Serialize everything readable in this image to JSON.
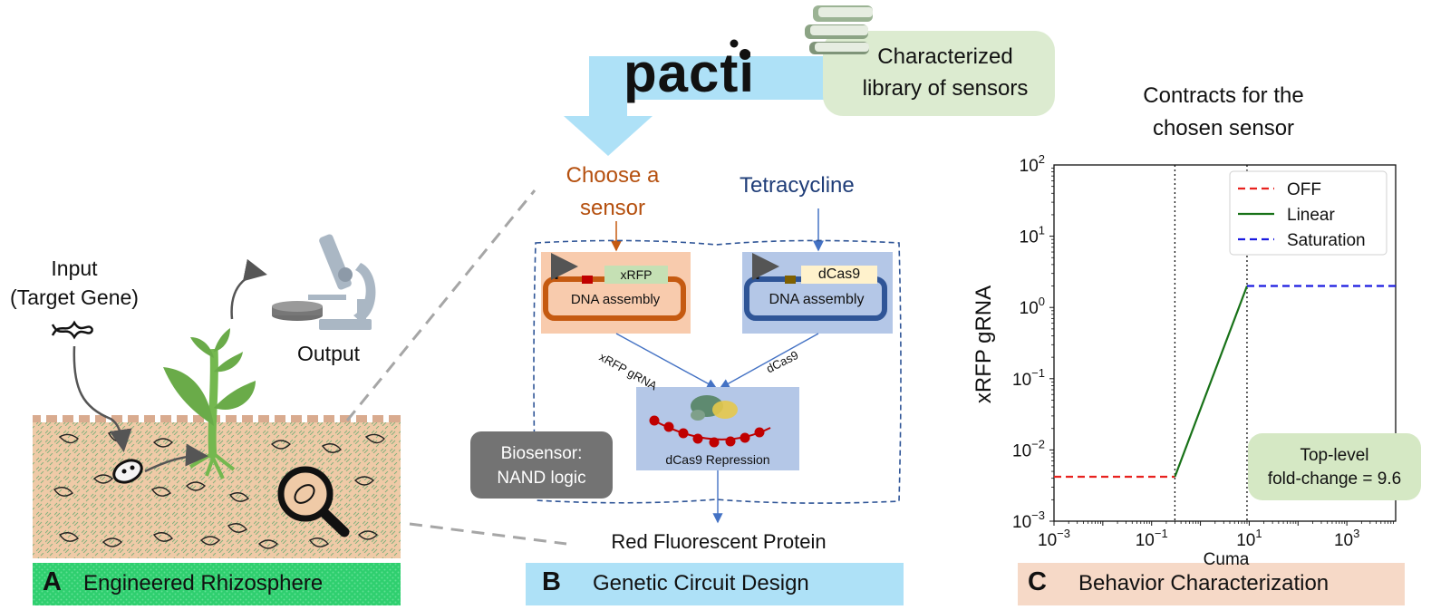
{
  "panelA": {
    "letter": "A",
    "caption": "Engineered Rhizosphere",
    "input_line1": "Input",
    "input_line2": "(Target Gene)",
    "output": "Output",
    "icons": [
      "dna-icon",
      "bacterium-icon",
      "plant-icon",
      "microscope-icon",
      "petri-dish-icon",
      "magnifier-icon"
    ]
  },
  "panelB": {
    "letter": "B",
    "caption": "Genetic Circuit Design",
    "logo_text": "pacti",
    "library_line1": "Characterized",
    "library_line2": "library of sensors",
    "choose_line1": "Choose a",
    "choose_line2": "sensor",
    "tetracycline": "Tetracycline",
    "xrfp_gene": "xRFP",
    "dcas9_gene": "dCas9",
    "dna_assembly_left": "DNA assembly",
    "dna_assembly_right": "DNA assembly",
    "edge_left": "xRFP gRNA",
    "edge_right": "dCas9",
    "repression": "dCas9 Repression",
    "biosensor_line1": "Biosensor:",
    "biosensor_line2": "NAND logic",
    "output": "Red Fluorescent Protein",
    "colors": {
      "orange": "#b5500f",
      "navy": "#1f3d78",
      "light_blue": "#aee1f7",
      "light_green": "#dcebd0"
    }
  },
  "panelC": {
    "letter": "C",
    "caption": "Behavior Characterization",
    "title_line1": "Contracts for the",
    "title_line2": "chosen sensor",
    "annotation_line1": "Top-level",
    "annotation_line2": "fold-change = 9.6"
  },
  "chart_data": {
    "type": "line",
    "xscale": "log",
    "yscale": "log",
    "xlim": [
      0.001,
      10000
    ],
    "ylim": [
      0.001,
      100
    ],
    "xlabel": "Cuma",
    "ylabel": "xRFP gRNA",
    "xticks": [
      {
        "value": 0.001,
        "base": "10",
        "exp": "−3"
      },
      {
        "value": 0.1,
        "base": "10",
        "exp": "−1"
      },
      {
        "value": 10,
        "base": "10",
        "exp": "1"
      },
      {
        "value": 1000,
        "base": "10",
        "exp": "3"
      }
    ],
    "yticks": [
      {
        "value": 0.001,
        "base": "10",
        "exp": "−3"
      },
      {
        "value": 0.01,
        "base": "10",
        "exp": "−2"
      },
      {
        "value": 0.1,
        "base": "10",
        "exp": "−1"
      },
      {
        "value": 1,
        "base": "10",
        "exp": "0"
      },
      {
        "value": 10,
        "base": "10",
        "exp": "1"
      },
      {
        "value": 100,
        "base": "10",
        "exp": "2"
      }
    ],
    "vlines": [
      0.3,
      9
    ],
    "legend_position": "top-right",
    "series": [
      {
        "name": "OFF",
        "color": "#e8221f",
        "dash": true,
        "x": [
          0.001,
          0.3
        ],
        "y": [
          0.0042,
          0.0042
        ]
      },
      {
        "name": "Linear",
        "color": "#187218",
        "dash": false,
        "x": [
          0.3,
          9
        ],
        "y": [
          0.0042,
          2.0
        ]
      },
      {
        "name": "Saturation",
        "color": "#1a1ae0",
        "dash": true,
        "x": [
          9,
          10000
        ],
        "y": [
          2.0,
          2.0
        ]
      }
    ]
  }
}
